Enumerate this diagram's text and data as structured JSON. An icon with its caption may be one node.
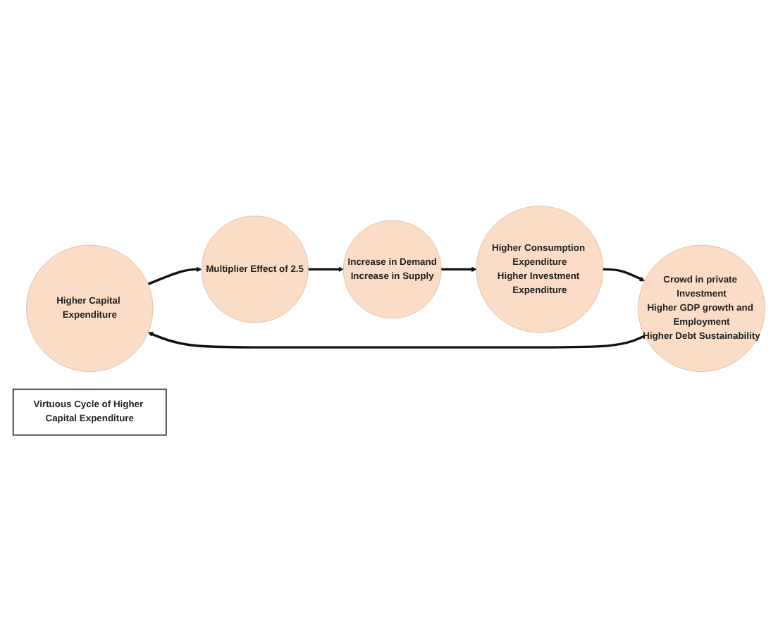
{
  "diagram": {
    "nodes": [
      {
        "text": [
          "Higher Capital Expenditure"
        ]
      },
      {
        "text": [
          "Multiplier Effect of 2.5"
        ]
      },
      {
        "text": [
          "Increase in Demand",
          "Increase in Supply"
        ]
      },
      {
        "text": [
          "Higher Consumption Expenditure",
          "Higher Investment Expenditure"
        ]
      },
      {
        "text": [
          "Crowd in private Investment",
          "Higher GDP growth and Employment",
          "Higher Debt Sustainability"
        ]
      },
      {
        "text": [
          "Virtuous Cycle of Higher Capital Expenditure"
        ]
      }
    ],
    "edges": [
      {
        "from": 0,
        "to": 1,
        "arrow": "to"
      },
      {
        "from": 1,
        "to": 2,
        "arrow": "to"
      },
      {
        "from": 2,
        "to": 3,
        "arrow": "to"
      },
      {
        "from": 3,
        "to": 4,
        "arrow": "to"
      },
      {
        "from": 4,
        "to": 0,
        "arrow": "to"
      }
    ]
  }
}
